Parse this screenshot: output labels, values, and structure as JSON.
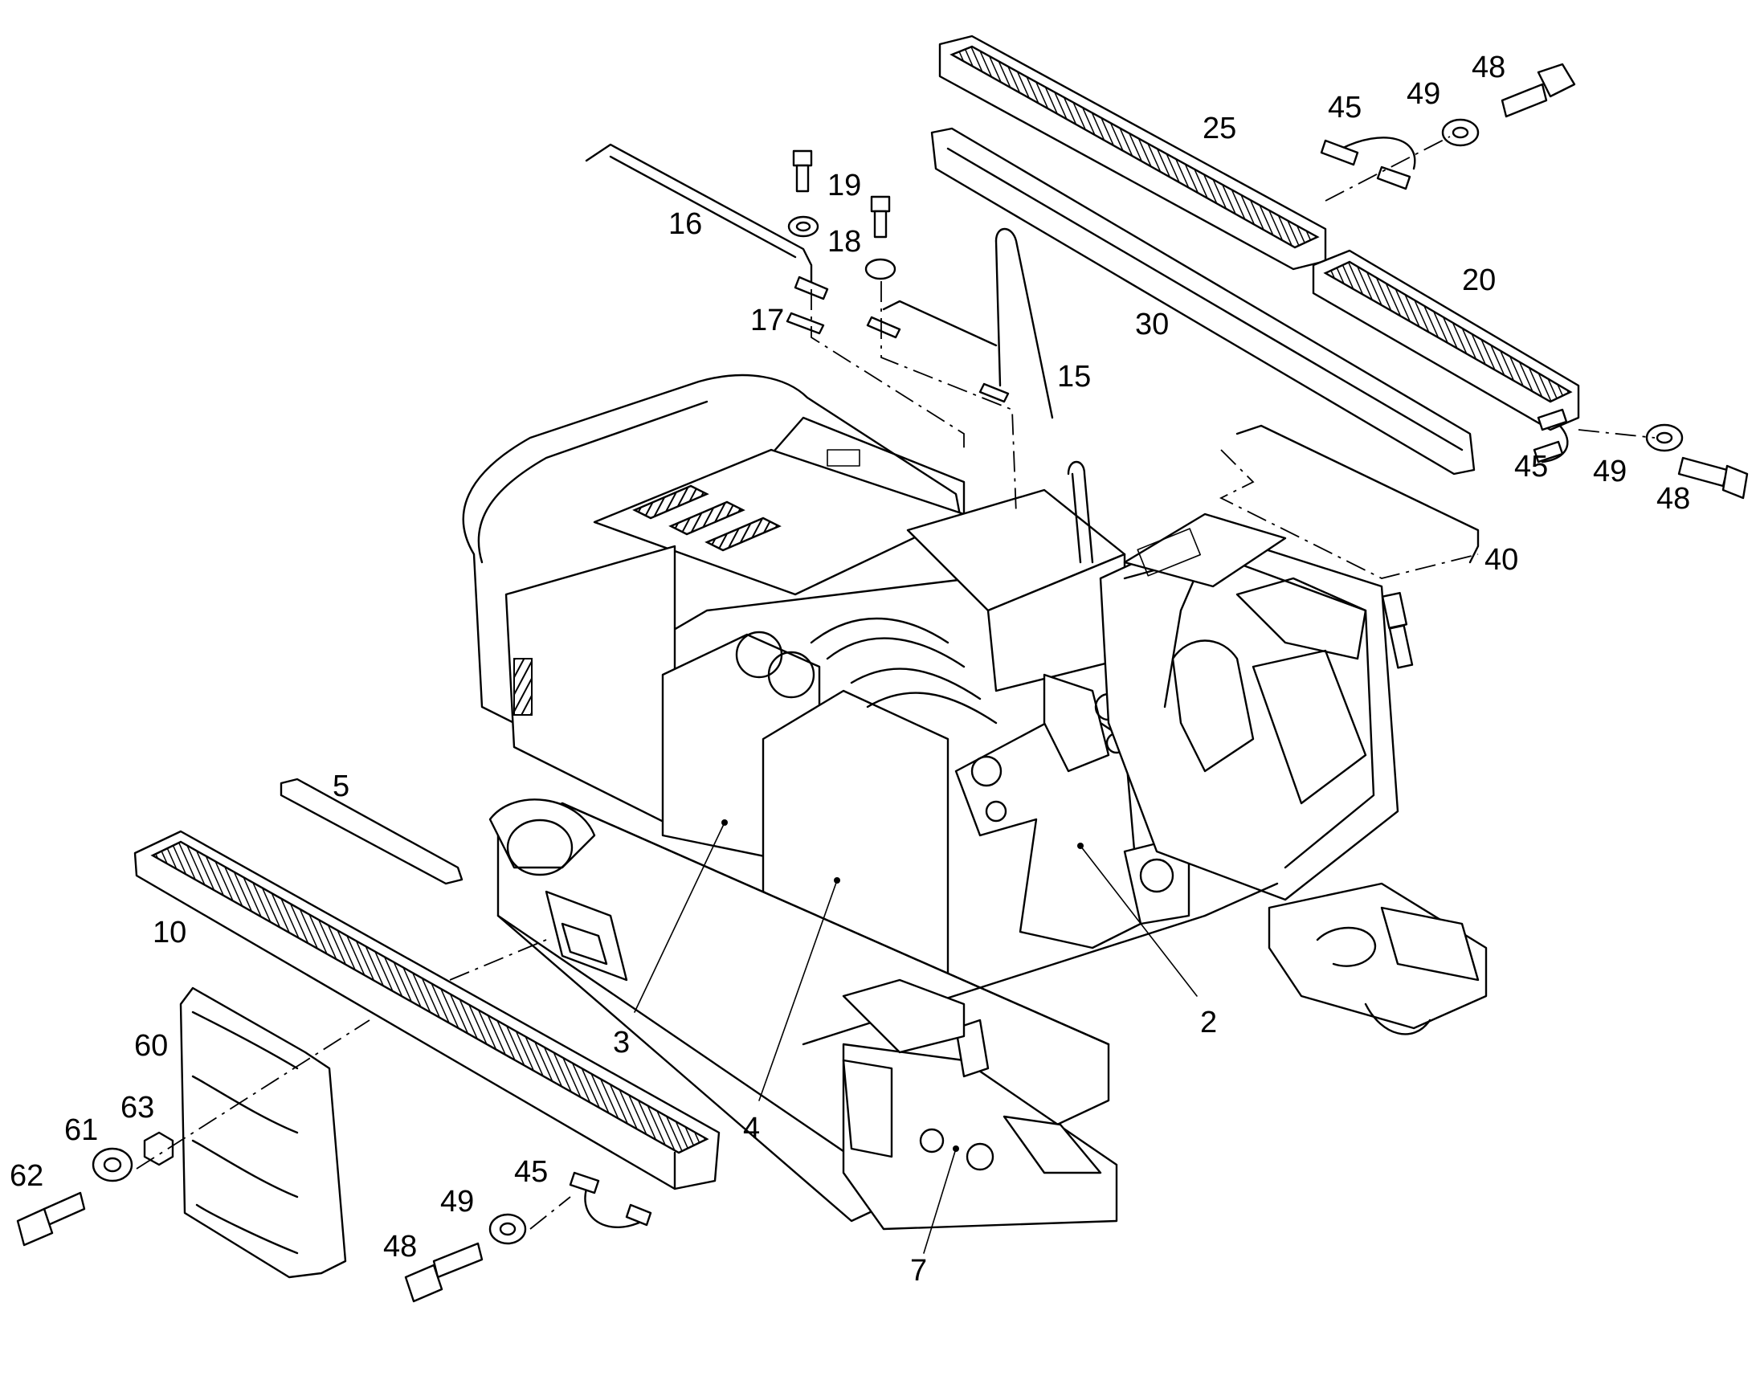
{
  "callouts": {
    "c2": "2",
    "c3": "3",
    "c4": "4",
    "c5": "5",
    "c7": "7",
    "c10": "10",
    "c15": "15",
    "c16": "16",
    "c17": "17",
    "c18": "18",
    "c19": "19",
    "c20": "20",
    "c25": "25",
    "c30": "30",
    "c40": "40",
    "c45a": "45",
    "c45b": "45",
    "c45c": "45",
    "c48a": "48",
    "c48b": "48",
    "c48c": "48",
    "c49a": "49",
    "c49b": "49",
    "c49c": "49",
    "c60": "60",
    "c61": "61",
    "c62": "62",
    "c63": "63"
  }
}
